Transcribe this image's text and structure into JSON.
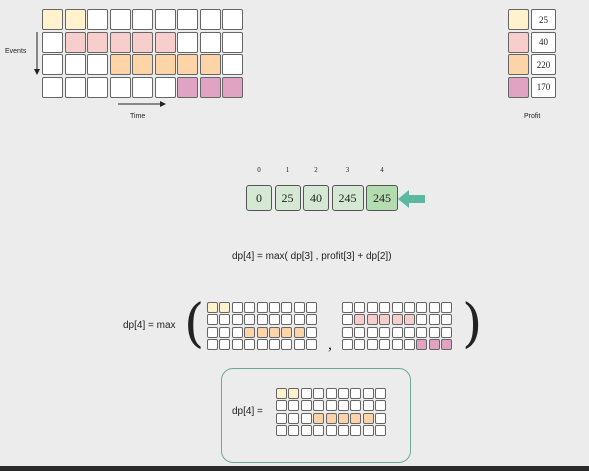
{
  "colors": {
    "e1": "#fff2cc",
    "e2": "#f8cecc",
    "e3": "#fdd3a8",
    "e4": "#e0a4c2",
    "dp_cell": "#d5e8d4",
    "dp_highlight": "#b3dcb0",
    "arrow": "#5cb89e",
    "box_border": "#6aaa92"
  },
  "main_grid": {
    "axis_events": "Events",
    "axis_time": "Time",
    "rows": [
      [
        1,
        1,
        0,
        0,
        0,
        0,
        0,
        0,
        0
      ],
      [
        0,
        2,
        2,
        2,
        2,
        2,
        0,
        0,
        0
      ],
      [
        0,
        0,
        0,
        3,
        3,
        3,
        3,
        3,
        0
      ],
      [
        0,
        0,
        0,
        0,
        0,
        0,
        4,
        4,
        4
      ]
    ]
  },
  "profit_table": {
    "title": "Profit",
    "values": [
      "25",
      "40",
      "220",
      "170"
    ]
  },
  "dp_array": {
    "indices": [
      "0",
      "1",
      "2",
      "3",
      "4"
    ],
    "values": [
      "0",
      "25",
      "40",
      "245",
      "245"
    ],
    "highlight_index": 4
  },
  "formula": "dp[4] = max( dp[3] , profit[3] + dp[2])",
  "max_label": "dp[4] = max",
  "comma": ",",
  "open_paren": "(",
  "close_paren": ")",
  "left_option_rows": [
    [
      1,
      1,
      0,
      0,
      0,
      0,
      0,
      0,
      0
    ],
    [
      0,
      0,
      0,
      0,
      0,
      0,
      0,
      0,
      0
    ],
    [
      0,
      0,
      0,
      3,
      3,
      3,
      3,
      3,
      0
    ],
    [
      0,
      0,
      0,
      0,
      0,
      0,
      0,
      0,
      0
    ]
  ],
  "right_option_rows": [
    [
      0,
      0,
      0,
      0,
      0,
      0,
      0,
      0,
      0
    ],
    [
      0,
      2,
      2,
      2,
      2,
      2,
      0,
      0,
      0
    ],
    [
      0,
      0,
      0,
      0,
      0,
      0,
      0,
      0,
      0
    ],
    [
      0,
      0,
      0,
      0,
      0,
      0,
      4,
      4,
      4
    ]
  ],
  "result_label": "dp[4] =",
  "result_rows": [
    [
      1,
      1,
      0,
      0,
      0,
      0,
      0,
      0,
      0
    ],
    [
      0,
      0,
      0,
      0,
      0,
      0,
      0,
      0,
      0
    ],
    [
      0,
      0,
      0,
      3,
      3,
      3,
      3,
      3,
      0
    ],
    [
      0,
      0,
      0,
      0,
      0,
      0,
      0,
      0,
      0
    ]
  ]
}
